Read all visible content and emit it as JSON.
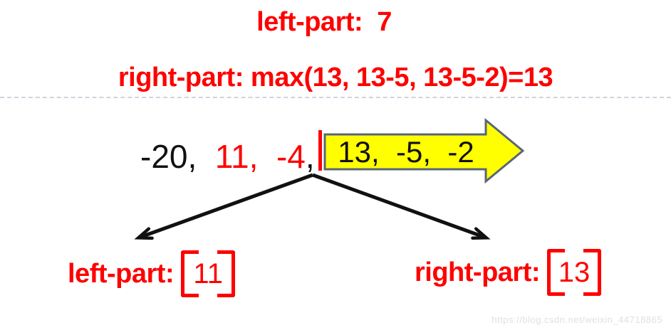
{
  "title": {
    "line1": "left-part:  7",
    "line2": "right-part: max(13, 13-5, 13-5-2)=13"
  },
  "array_row": {
    "segments": [
      {
        "text": "-20",
        "color": "black"
      },
      {
        "text": ",  ",
        "color": "black"
      },
      {
        "text": "11",
        "color": "red"
      },
      {
        "text": ",  ",
        "color": "red"
      },
      {
        "text": "-4",
        "color": "red"
      },
      {
        "text": ",",
        "color": "black"
      }
    ],
    "boxed_text": "13,  -5,  -2"
  },
  "results": {
    "left_label": "left-part:",
    "left_value": "11",
    "right_label": "right-part:",
    "right_value": "13"
  },
  "watermark": "https://blog.csdn.net/weixin_44718865",
  "colors": {
    "red": "#ff0000",
    "black": "#111111",
    "yellow_fill": "#ffff00",
    "arrow_border": "#5a6579",
    "dashed_line": "#ccd4de",
    "watermark_gray": "#e0e0e0"
  }
}
